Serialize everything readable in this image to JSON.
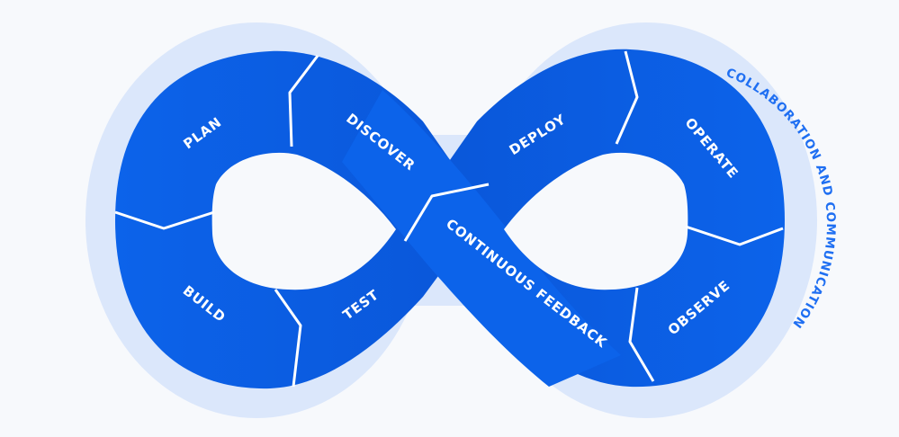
{
  "diagram": {
    "stages": {
      "plan": "PLAN",
      "discover": "DISCOVER",
      "build": "BUILD",
      "test": "TEST",
      "deploy": "DEPLOY",
      "operate": "OPERATE",
      "observe": "OBSERVE",
      "continuous_feedback": "CONTINUOUS FEEDBACK"
    },
    "outer_label": "COLLABORATION AND COMMUNICATION",
    "colors": {
      "background": "#f7f9fc",
      "halo": "#dbe7fb",
      "segment": "#0c63ea",
      "segment_dark": "#0a55d6",
      "divider": "#ffffff",
      "outer_label": "#1f6ff2"
    }
  }
}
